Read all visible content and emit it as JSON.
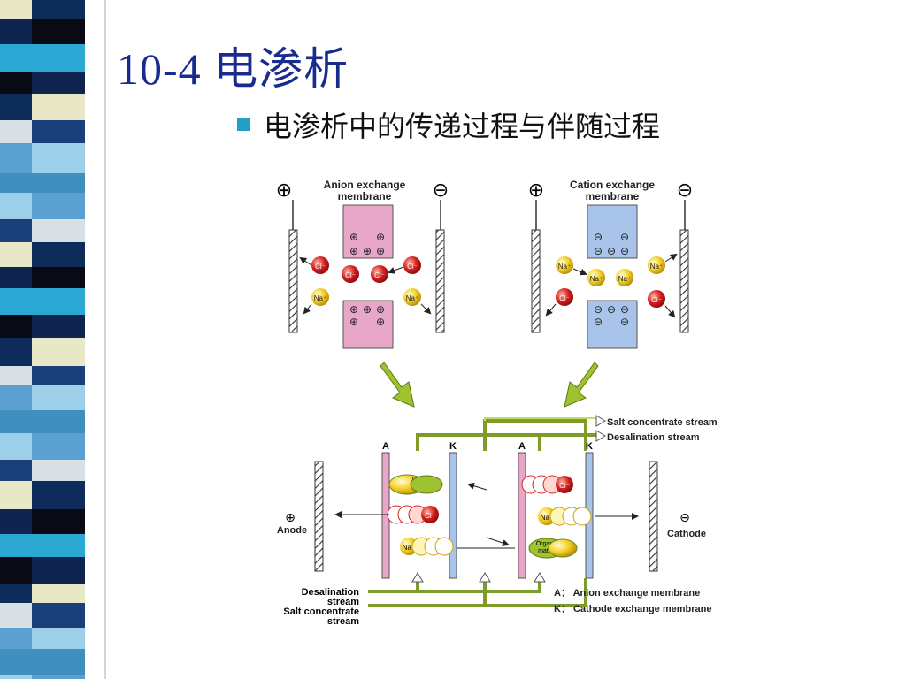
{
  "slide": {
    "title": "10-4 电渗析",
    "bullet": "电渗析中的传递过程与伴随过程"
  },
  "diagram": {
    "plus_sign": "⊕",
    "minus_sign": "⊖",
    "anion_panel": {
      "title_line1": "Anion exchange",
      "title_line2": "membrane"
    },
    "cation_panel": {
      "title_line1": "Cation exchange",
      "title_line2": "membrane"
    },
    "ions": {
      "cl": "Cl⁻",
      "na": "Na⁺"
    },
    "organic_line1": "Organic",
    "organic_line2": "matter",
    "membrane_A": "A",
    "membrane_K": "K",
    "salt_concentrate_stream": "Salt concentrate stream",
    "desalination_stream": "Desalination stream",
    "anode": "Anode",
    "cathode": "Cathode",
    "desalination_stream_line1": "Desalination",
    "desalination_stream_line2": "stream",
    "salt_concentrate_line1": "Salt concentrate",
    "salt_concentrate_line2": "stream",
    "legend_A": "A： Anion exchange membrane",
    "legend_K": "K： Cathode exchange membrane"
  },
  "colors": {
    "title": "#1a2b8f",
    "bullet": "#1fa0c8",
    "anion_membrane": "#e8a6c8",
    "cation_membrane": "#a9c4ea",
    "cl_ion": "#d42020",
    "na_ion": "#f2cf22",
    "arrow_green": "#9fc230"
  }
}
